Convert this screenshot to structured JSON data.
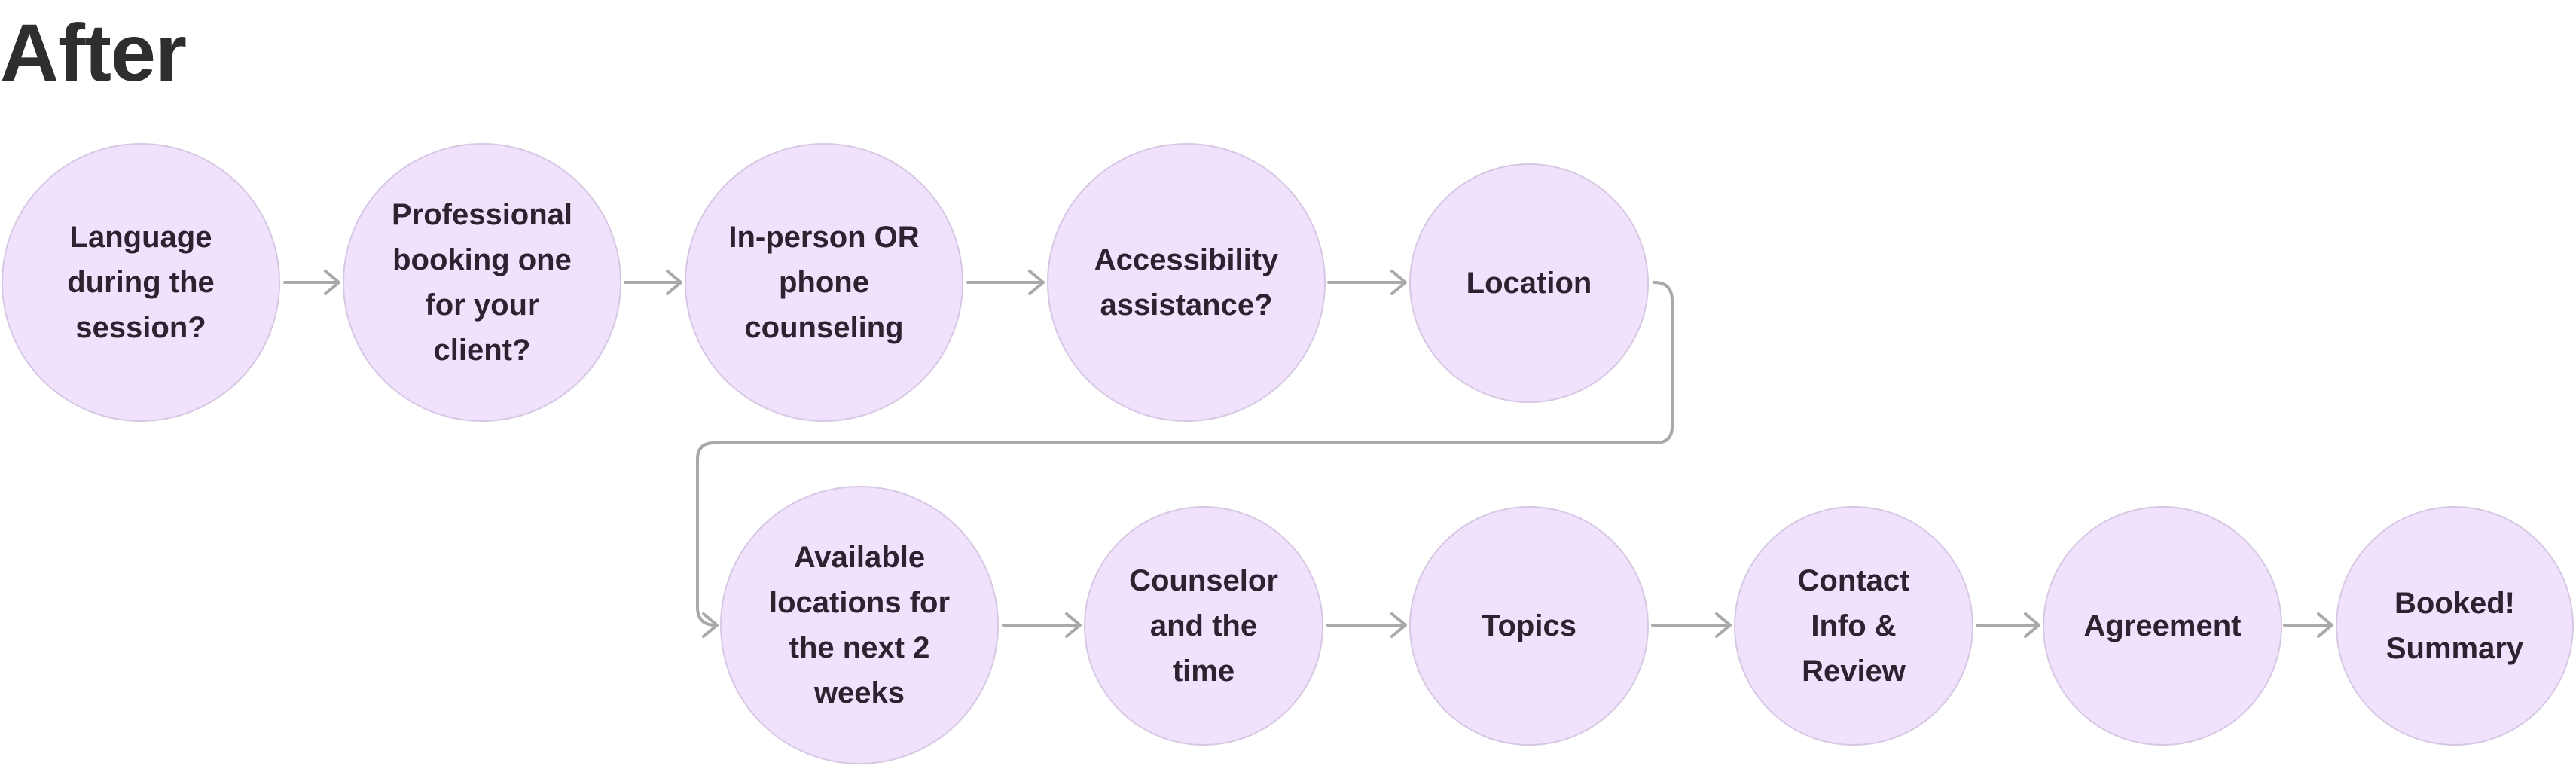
{
  "title": "After",
  "steps": [
    "Language\nduring the\nsession?",
    "Professional\nbooking one\nfor your\nclient?",
    "In-person OR\nphone\ncounseling",
    "Accessibility\nassistance?",
    "Location",
    "Available\nlocations for\nthe next 2\nweeks",
    "Counselor\nand the\ntime",
    "Topics",
    "Contact\nInfo &\nReview",
    "Agreement",
    "Booked!\nSummary"
  ],
  "colors": {
    "node_fill": "#f0e1fd",
    "node_border": "#d6c8e3",
    "connector": "#a9a9a9",
    "text": "#2b2430"
  }
}
